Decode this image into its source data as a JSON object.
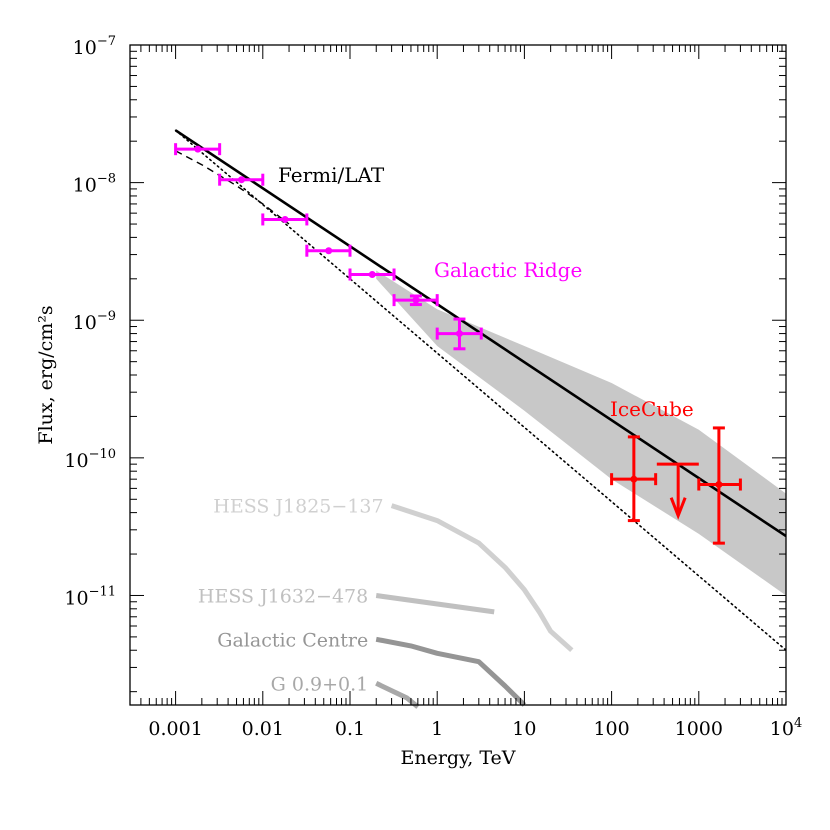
{
  "chart_data": {
    "type": "scatter",
    "xlabel": "Energy, TeV",
    "ylabel": "Flux, erg/cm²s",
    "x_scale": "log",
    "y_scale": "log",
    "xlim": [
      0.0003,
      10000
    ],
    "ylim": [
      1.6e-12,
      1e-07
    ],
    "grid": false,
    "x_ticks": [
      {
        "value": 0.001,
        "label": "0.001"
      },
      {
        "value": 0.01,
        "label": "0.01"
      },
      {
        "value": 0.1,
        "label": "0.1"
      },
      {
        "value": 1,
        "label": "1"
      },
      {
        "value": 10,
        "label": "10"
      },
      {
        "value": 100,
        "label": "100"
      },
      {
        "value": 1000,
        "label": "1000"
      },
      {
        "value": 10000,
        "base": "10",
        "exp": "4"
      }
    ],
    "y_ticks": [
      {
        "value": 1e-07,
        "base": "10",
        "exp": "−7"
      },
      {
        "value": 1e-08,
        "base": "10",
        "exp": "−8"
      },
      {
        "value": 1e-09,
        "base": "10",
        "exp": "−9"
      },
      {
        "value": 1e-10,
        "base": "10",
        "exp": "−10"
      },
      {
        "value": 1e-11,
        "base": "10",
        "exp": "−11"
      }
    ],
    "model_fit": {
      "style": "solid",
      "color": "#000000",
      "x": [
        0.001,
        10000
      ],
      "y": [
        2.4e-08,
        2.7e-11
      ]
    },
    "dashed_model": {
      "style": "dashed",
      "color": "#000000",
      "x": [
        0.001,
        0.002,
        0.005,
        0.01,
        0.02
      ],
      "y": [
        1.7e-08,
        1.35e-08,
        9.5e-09,
        7e-09,
        5e-09
      ]
    },
    "dotted_model": {
      "style": "dotted",
      "color": "#000000",
      "x": [
        0.001,
        10000
      ],
      "y": [
        2.4e-08,
        4e-12
      ]
    },
    "uncertainty_band": {
      "color": "#c8c8c8",
      "x": [
        0.2,
        1,
        10,
        100,
        1000,
        10000
      ],
      "upper": [
        2.3e-09,
        1.2e-09,
        6.5e-10,
        3.5e-10,
        1.6e-10,
        5.5e-11
      ],
      "lower": [
        2e-09,
        6.5e-10,
        2.2e-10,
        7e-11,
        2.8e-11,
        1e-11
      ]
    },
    "series": [
      {
        "name": "Fermi/LAT",
        "color": "#000000",
        "points": []
      },
      {
        "name": "Galactic Ridge",
        "color": "#ff00ff",
        "points": [
          {
            "x": 0.0018,
            "y": 1.75e-08,
            "xerr": [
              0.001,
              0.0032
            ],
            "yerr": null
          },
          {
            "x": 0.0057,
            "y": 1.05e-08,
            "xerr": [
              0.0032,
              0.01
            ],
            "yerr": null
          },
          {
            "x": 0.018,
            "y": 5.4e-09,
            "xerr": [
              0.01,
              0.032
            ],
            "yerr": null
          },
          {
            "x": 0.057,
            "y": 3.2e-09,
            "xerr": [
              0.032,
              0.1
            ],
            "yerr": null
          },
          {
            "x": 0.18,
            "y": 2.15e-09,
            "xerr": [
              0.1,
              0.32
            ],
            "yerr": null
          },
          {
            "x": 0.57,
            "y": 1.4e-09,
            "xerr": [
              0.32,
              1.0
            ],
            "yerr": [
              1.3e-09,
              1.5e-09
            ]
          },
          {
            "x": 1.8,
            "y": 8e-10,
            "xerr": [
              1.0,
              3.2
            ],
            "yerr": [
              6.2e-10,
              1.02e-09
            ]
          }
        ]
      },
      {
        "name": "IceCube",
        "color": "#ff0000",
        "points": [
          {
            "x": 180,
            "y": 7e-11,
            "xerr": [
              100,
              320
            ],
            "yerr": [
              3.5e-11,
              1.42e-10
            ]
          },
          {
            "x": 1700,
            "y": 6.4e-11,
            "xerr": [
              1000,
              3000
            ],
            "yerr": [
              2.4e-11,
              1.65e-10
            ]
          }
        ],
        "upper_limits": [
          {
            "x": 580,
            "y": 9e-11,
            "xerr": [
              330,
              1000
            ],
            "arrow_to": 3.8e-11
          }
        ]
      }
    ],
    "sources": [
      {
        "name": "HESS J1825−137",
        "color": "#d0d0d0",
        "width": 5,
        "x": [
          0.3,
          1,
          3,
          6,
          10,
          15,
          20,
          35
        ],
        "y": [
          4.5e-11,
          3.5e-11,
          2.4e-11,
          1.6e-11,
          1.1e-11,
          7.5e-12,
          5.5e-12,
          4e-12
        ]
      },
      {
        "name": "HESS J1632−478",
        "color": "#c0c0c0",
        "width": 5,
        "x": [
          0.2,
          4.5
        ],
        "y": [
          1e-11,
          7.6e-12
        ]
      },
      {
        "name": "Galactic Centre",
        "color": "#959595",
        "width": 5,
        "x": [
          0.2,
          0.5,
          1,
          3,
          6,
          10
        ],
        "y": [
          4.8e-12,
          4.3e-12,
          3.8e-12,
          3.3e-12,
          2.2e-12,
          1.6e-12
        ]
      },
      {
        "name": "G 0.9+0.1",
        "color": "#a8a8a8",
        "width": 5,
        "x": [
          0.2,
          0.45,
          0.6
        ],
        "y": [
          2.3e-12,
          1.8e-12,
          1.55e-12
        ]
      }
    ],
    "annotations": [
      {
        "text": "Fermi/LAT",
        "color": "#000000"
      },
      {
        "text": "Galactic Ridge",
        "color": "#ff00ff"
      },
      {
        "text": "IceCube",
        "color": "#ff0000"
      }
    ]
  }
}
